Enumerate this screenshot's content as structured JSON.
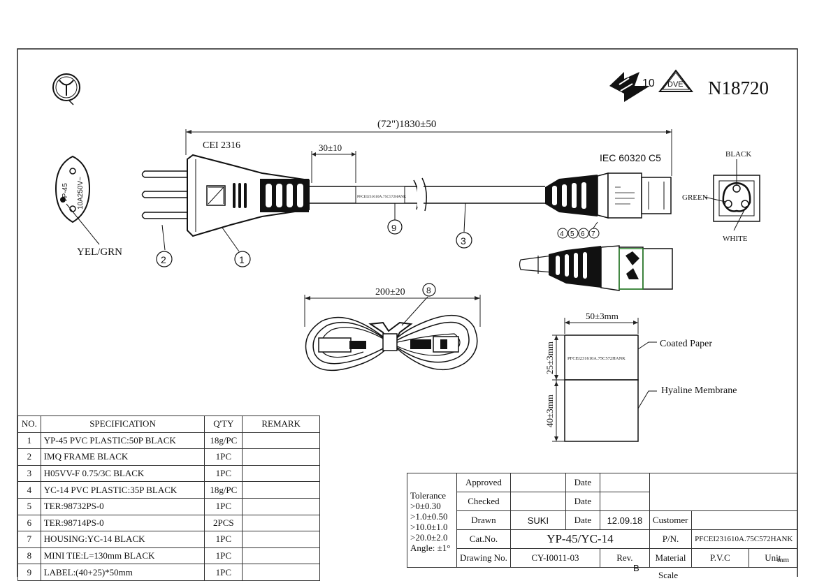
{
  "header": {
    "cert_number": "10",
    "vde_mark": "DVE",
    "code": "N18720"
  },
  "dimensions": {
    "total_length": "(72\")1830±50",
    "strip_length": "30±10",
    "coil_length": "200±20",
    "label_width": "50±3mm",
    "label_height_top": "25±3mm",
    "label_height_bottom": "40±3mm"
  },
  "labels": {
    "plug_standard": "CEI 2316",
    "connector_standard": "IEC 60320 C5",
    "earth_wire": "YEL/GRN",
    "plug_face_text_1": "YP-45",
    "plug_face_text_2": "10A250V~",
    "cable_marking": "PFCEI231610A.75C572HANK",
    "wire_black": "BLACK",
    "wire_green": "GREEN",
    "wire_white": "WHITE",
    "coated_paper": "Coated Paper",
    "hyaline_membrane": "Hyaline Membrane",
    "callouts": [
      "1",
      "2",
      "3",
      "4",
      "5",
      "6",
      "7",
      "8",
      "9"
    ]
  },
  "bom": {
    "headers": [
      "NO.",
      "SPECIFICATION",
      "Q'TY",
      "REMARK"
    ],
    "rows": [
      {
        "no": "1",
        "spec": "YP-45 PVC PLASTIC:50P BLACK",
        "qty": "18g/PC",
        "remark": ""
      },
      {
        "no": "2",
        "spec": "IMQ FRAME BLACK",
        "qty": "1PC",
        "remark": ""
      },
      {
        "no": "3",
        "spec": "H05VV-F 0.75/3C BLACK",
        "qty": "1PC",
        "remark": ""
      },
      {
        "no": "4",
        "spec": "YC-14 PVC PLASTIC:35P BLACK",
        "qty": "18g/PC",
        "remark": ""
      },
      {
        "no": "5",
        "spec": "TER:98732PS-0",
        "qty": "1PC",
        "remark": ""
      },
      {
        "no": "6",
        "spec": "TER:98714PS-0",
        "qty": "2PCS",
        "remark": ""
      },
      {
        "no": "7",
        "spec": "HOUSING:YC-14  BLACK",
        "qty": "1PC",
        "remark": ""
      },
      {
        "no": "8",
        "spec": "MINI TIE:L=130mm  BLACK",
        "qty": "1PC",
        "remark": ""
      },
      {
        "no": "9",
        "spec": "LABEL:(40+25)*50mm",
        "qty": "1PC",
        "remark": ""
      }
    ]
  },
  "title_block": {
    "tolerance_title": "Tolerance",
    "tolerance_lines": [
      ">0±0.30",
      ">1.0±0.50",
      ">10.0±1.0",
      ">20.0±2.0",
      "Angle: ±1°"
    ],
    "approved_label": "Approved",
    "checked_label": "Checked",
    "drawn_label": "Drawn",
    "drawn_value": "SUKI",
    "date_label": "Date",
    "date_value": "12.09.18",
    "cat_no_label": "Cat.No.",
    "cat_no_value": "YP-45/YC-14",
    "drawing_no_label": "Drawing No.",
    "drawing_no_value": "CY-I0011-03",
    "rev_label": "Rev.",
    "rev_value": "B",
    "customer_label": "Customer",
    "customer_value": "",
    "pn_label": "P/N.",
    "pn_value": "PFCEI231610A.75C572HANK",
    "material_label": "Material",
    "material_value": "P.V.C",
    "unit_label": "Unit",
    "unit_value": "mm",
    "scale_label": "Scale"
  }
}
